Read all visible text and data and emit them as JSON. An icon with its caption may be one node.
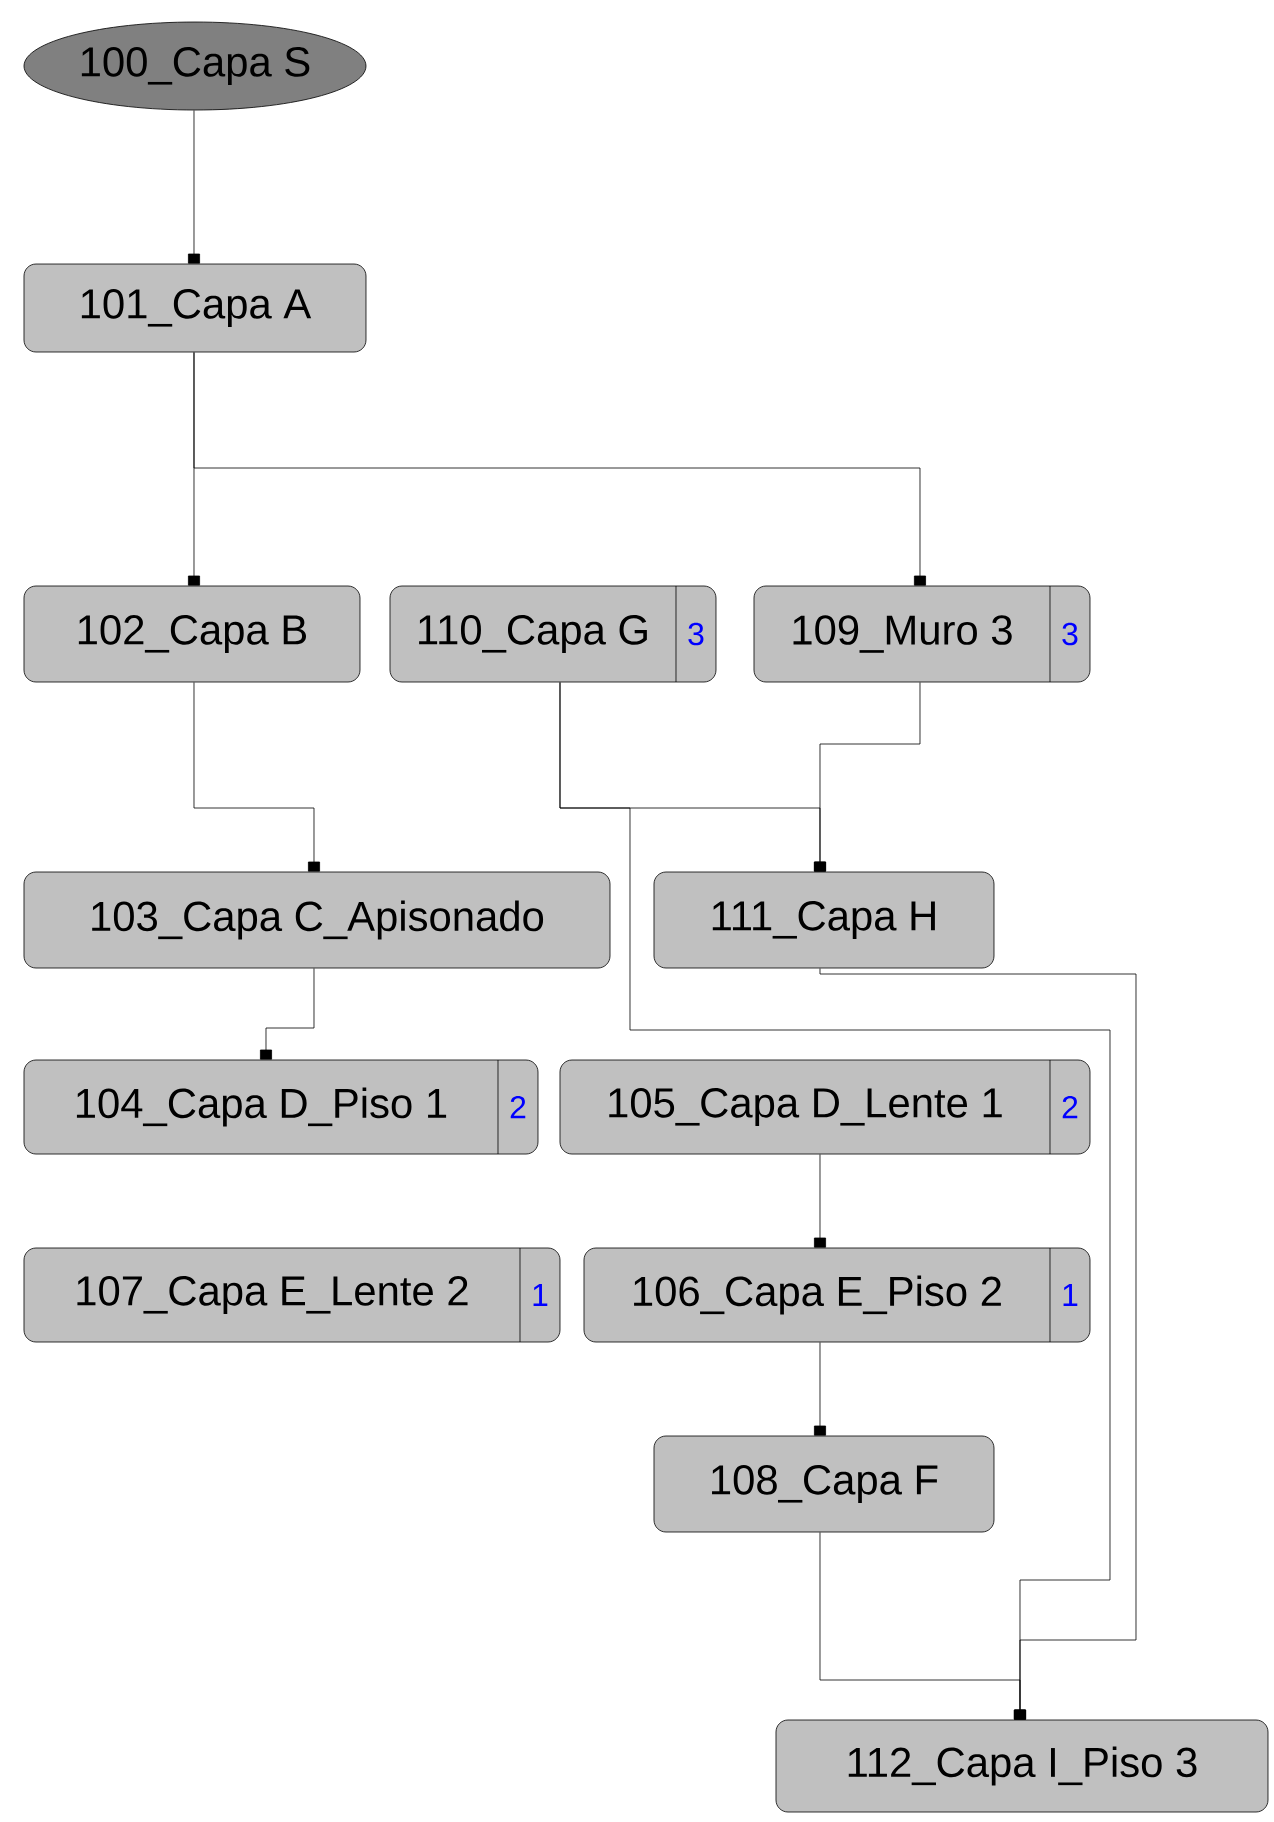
{
  "diagram": {
    "nodes": [
      {
        "text": [
          "100_Capa S"
        ]
      },
      {
        "text": [
          "101_Capa A"
        ]
      },
      {
        "text": [
          "102_Capa B"
        ]
      },
      {
        "text": [
          "110_Capa G",
          "3"
        ]
      },
      {
        "text": [
          "109_Muro 3",
          "3"
        ]
      },
      {
        "text": [
          "103_Capa C_Apisonado"
        ]
      },
      {
        "text": [
          "111_Capa H"
        ]
      },
      {
        "text": [
          "104_Capa D_Piso 1",
          "2"
        ]
      },
      {
        "text": [
          "105_Capa D_Lente 1",
          "2"
        ]
      },
      {
        "text": [
          "107_Capa E_Lente 2",
          "1"
        ]
      },
      {
        "text": [
          "106_Capa E_Piso 2",
          "1"
        ]
      },
      {
        "text": [
          "108_Capa F"
        ]
      },
      {
        "text": [
          "112_Capa I_Piso 3"
        ]
      }
    ],
    "edges": [
      {
        "from": 0,
        "to": 1,
        "arrow": "other"
      },
      {
        "from": 1,
        "to": 2,
        "arrow": "other"
      },
      {
        "from": 1,
        "to": 4,
        "arrow": "other"
      },
      {
        "from": 2,
        "to": 5,
        "arrow": "other"
      },
      {
        "from": 3,
        "to": 6,
        "arrow": "other"
      },
      {
        "from": 4,
        "to": 6,
        "arrow": "other"
      },
      {
        "from": 3,
        "to": 12,
        "arrow": "other"
      },
      {
        "from": 5,
        "to": 7,
        "arrow": "other"
      },
      {
        "from": 6,
        "to": 12,
        "arrow": "other"
      },
      {
        "from": 8,
        "to": 10,
        "arrow": "other"
      },
      {
        "from": 10,
        "to": 11,
        "arrow": "other"
      },
      {
        "from": 11,
        "to": 12,
        "arrow": "other"
      }
    ]
  }
}
